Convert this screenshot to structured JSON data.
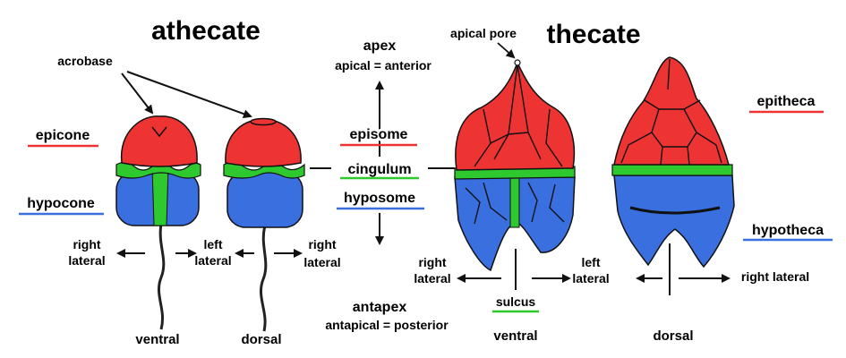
{
  "colors": {
    "epi": "#ee3333",
    "hypo": "#3a6fe0",
    "cing": "#2ec92e",
    "line": "#111111",
    "underline_red": "#ee3333",
    "underline_blue": "#3a6fe0",
    "underline_green": "#2ec92e"
  },
  "athecate": {
    "title": "athecate",
    "acrobase": "acrobase",
    "epicone": "epicone",
    "hypocone": "hypocone",
    "right_lateral_1": "right",
    "right_lateral_2": "lateral",
    "left_lateral_1": "left",
    "left_lateral_2": "lateral",
    "right_lateral_b1": "right",
    "right_lateral_b2": "lateral",
    "ventral": "ventral",
    "dorsal": "dorsal"
  },
  "center": {
    "apex": "apex",
    "apical": "apical = anterior",
    "episome": "episome",
    "cingulum": "cingulum",
    "hyposome": "hyposome",
    "antapex": "antapex",
    "antapical": "antapical = posterior"
  },
  "thecate": {
    "title": "thecate",
    "apical_pore": "apical pore",
    "epitheca": "epitheca",
    "hypotheca": "hypotheca",
    "right_lateral_1": "right",
    "right_lateral_2": "lateral",
    "left_lateral_1": "left",
    "left_lateral_2": "lateral",
    "right_lateral": "right lateral",
    "sulcus": "sulcus",
    "ventral": "ventral",
    "dorsal": "dorsal"
  }
}
